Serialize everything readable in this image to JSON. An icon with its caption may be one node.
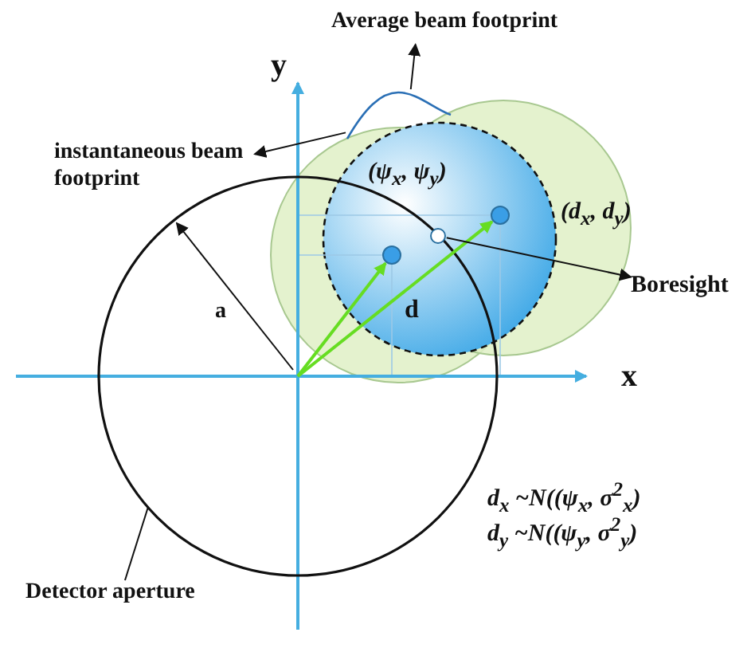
{
  "diagram": {
    "nodes": [
      {
        "text": [
          "Average beam footprint"
        ]
      },
      {
        "text": [],
        "shape": "curve"
      },
      {
        "text": [
          "instantaneous beam footprint"
        ]
      },
      {
        "text": [],
        "shape": "circle"
      },
      {
        "text": [],
        "shape": "circle"
      },
      {
        "text": [],
        "shape": "circle"
      },
      {
        "text": [
          "Boresight"
        ]
      },
      {
        "text": [
          "Detector aperture"
        ]
      }
    ],
    "edges": [
      {
        "from": 1,
        "to": 0,
        "arrow": "to"
      },
      {
        "from": 1,
        "to": 2,
        "arrow": "to"
      },
      {
        "from": null,
        "to": 3,
        "arrow": "to",
        "color": "#66dd22"
      },
      {
        "from": null,
        "to": 4,
        "arrow": "to",
        "label": "d",
        "color": "#66dd22"
      },
      {
        "from": 5,
        "to": 6,
        "arrow": "to"
      },
      {
        "from": 7,
        "to": null,
        "arrow": "none"
      }
    ],
    "labels": [
      "y",
      "(ψ$_{x}$, ψ$_{y}$)",
      "(d$_{x}$, d$_{y}$)",
      "a",
      "x",
      "d$_{x}$ ~N((ψ$_{x}$, σ$^{2}$$_{x}$)",
      "d$_{y}$ ~N((ψ$_{y}$, σ$^{2}$$_{y}$)"
    ]
  }
}
